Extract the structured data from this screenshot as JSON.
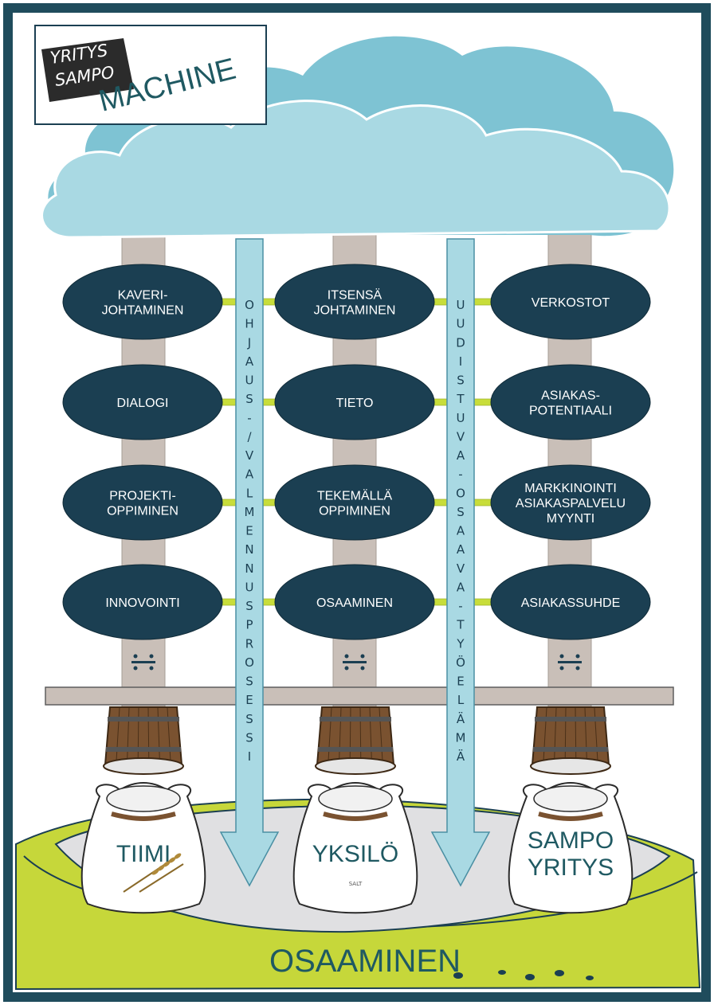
{
  "logo": {
    "line1": "YRITYS",
    "line2": "SAMPO"
  },
  "title": "MACHINE",
  "columns": [
    {
      "items": [
        "KAVERI-|JOHTAMINEN",
        "DIALOGI",
        "PROJEKTI-|OPPIMINEN",
        "INNOVOINTI"
      ]
    },
    {
      "items": [
        "ITSENSÄ|JOHTAMINEN",
        "TIETO",
        "TEKEMÄLLÄ|OPPIMINEN",
        "OSAAMINEN"
      ]
    },
    {
      "items": [
        "VERKOSTOT",
        "ASIAKAS-|POTENTIAALI",
        "MARKKINOINTI|ASIAKASPALVELU|MYYNTI",
        "ASIAKASSUHDE"
      ]
    }
  ],
  "vertical_arrows": [
    {
      "text": "OHJAUS-/VALMENNUSPROSESSI"
    },
    {
      "text": "UUDISTUVA-OSAAVA-TYÖELÄMÄ"
    }
  ],
  "bags": [
    "TIIMI",
    "YKSILÖ",
    "SAMPO|YRITYS"
  ],
  "bag_small_text": "SALT",
  "base_label": "OSAAMINEN",
  "colors": {
    "frame": "#1f4c5c",
    "node": "#1b3f52",
    "cloud_light": "#a9d9e3",
    "cloud_dark": "#7ec3d3",
    "pillar": "#c9bfb8",
    "connector": "#c8dd3a",
    "base_green": "#c6d73a",
    "text_teal": "#1f5962"
  }
}
